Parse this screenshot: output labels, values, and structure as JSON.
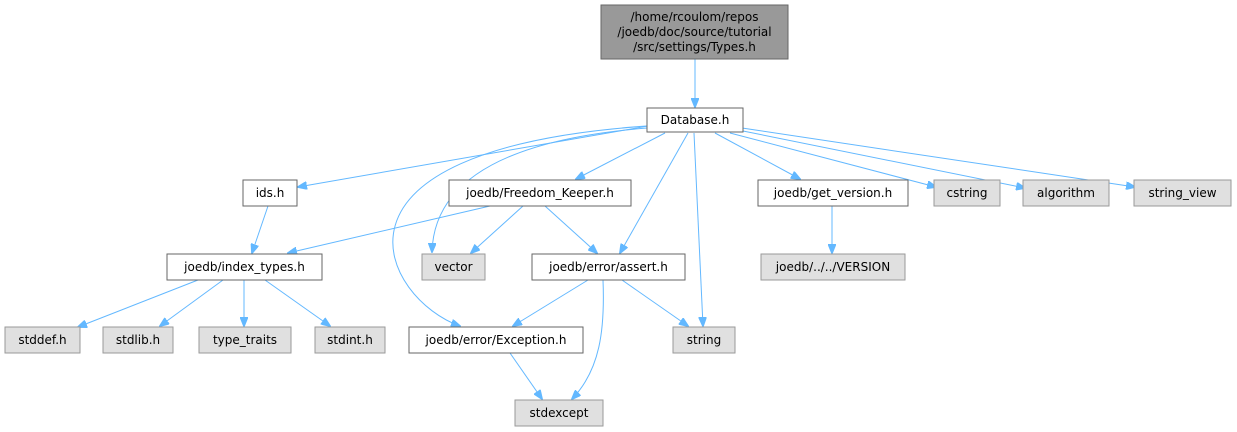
{
  "colors": {
    "edge": "#63b8ff",
    "root_fill": "#999999",
    "root_stroke": "#666666",
    "local_fill": "#ffffff",
    "local_stroke": "#666666",
    "external_fill": "#e0e0e0",
    "external_stroke": "#999999",
    "text": "#000000"
  },
  "graph": {
    "nodes": [
      {
        "id": "types",
        "kind": "root",
        "lines": [
          "/home/rcoulom/repos",
          "/joedb/doc/source/tutorial",
          "/src/settings/Types.h"
        ]
      },
      {
        "id": "database",
        "kind": "local",
        "lines": [
          "Database.h"
        ]
      },
      {
        "id": "ids",
        "kind": "local",
        "lines": [
          "ids.h"
        ]
      },
      {
        "id": "freedom_keeper",
        "kind": "local",
        "lines": [
          "joedb/Freedom_Keeper.h"
        ]
      },
      {
        "id": "get_version",
        "kind": "local",
        "lines": [
          "joedb/get_version.h"
        ]
      },
      {
        "id": "cstring",
        "kind": "external",
        "lines": [
          "cstring"
        ]
      },
      {
        "id": "algorithm",
        "kind": "external",
        "lines": [
          "algorithm"
        ]
      },
      {
        "id": "string_view",
        "kind": "external",
        "lines": [
          "string_view"
        ]
      },
      {
        "id": "index_types",
        "kind": "local",
        "lines": [
          "joedb/index_types.h"
        ]
      },
      {
        "id": "vector",
        "kind": "external",
        "lines": [
          "vector"
        ]
      },
      {
        "id": "assert",
        "kind": "local",
        "lines": [
          "joedb/error/assert.h"
        ]
      },
      {
        "id": "version",
        "kind": "external",
        "lines": [
          "joedb/../../VERSION"
        ]
      },
      {
        "id": "stddef",
        "kind": "external",
        "lines": [
          "stddef.h"
        ]
      },
      {
        "id": "stdlib",
        "kind": "external",
        "lines": [
          "stdlib.h"
        ]
      },
      {
        "id": "type_traits",
        "kind": "external",
        "lines": [
          "type_traits"
        ]
      },
      {
        "id": "stdint",
        "kind": "external",
        "lines": [
          "stdint.h"
        ]
      },
      {
        "id": "exception",
        "kind": "local",
        "lines": [
          "joedb/error/Exception.h"
        ]
      },
      {
        "id": "string",
        "kind": "external",
        "lines": [
          "string"
        ]
      },
      {
        "id": "stdexcept",
        "kind": "external",
        "lines": [
          "stdexcept"
        ]
      }
    ],
    "edges": [
      {
        "from": "types",
        "to": "database"
      },
      {
        "from": "database",
        "to": "ids"
      },
      {
        "from": "database",
        "to": "freedom_keeper"
      },
      {
        "from": "database",
        "to": "vector"
      },
      {
        "from": "database",
        "to": "exception"
      },
      {
        "from": "database",
        "to": "assert"
      },
      {
        "from": "database",
        "to": "string"
      },
      {
        "from": "database",
        "to": "get_version"
      },
      {
        "from": "database",
        "to": "cstring"
      },
      {
        "from": "database",
        "to": "algorithm"
      },
      {
        "from": "database",
        "to": "string_view"
      },
      {
        "from": "ids",
        "to": "index_types"
      },
      {
        "from": "freedom_keeper",
        "to": "index_types"
      },
      {
        "from": "freedom_keeper",
        "to": "vector"
      },
      {
        "from": "freedom_keeper",
        "to": "assert"
      },
      {
        "from": "get_version",
        "to": "version"
      },
      {
        "from": "index_types",
        "to": "stddef"
      },
      {
        "from": "index_types",
        "to": "stdlib"
      },
      {
        "from": "index_types",
        "to": "type_traits"
      },
      {
        "from": "index_types",
        "to": "stdint"
      },
      {
        "from": "assert",
        "to": "exception"
      },
      {
        "from": "assert",
        "to": "string"
      },
      {
        "from": "assert",
        "to": "stdexcept"
      },
      {
        "from": "exception",
        "to": "stdexcept"
      }
    ]
  }
}
